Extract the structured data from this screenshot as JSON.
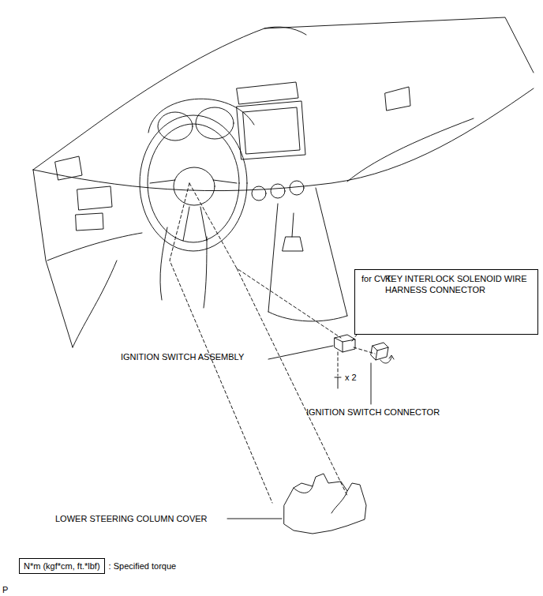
{
  "diagram": {
    "nodes": [
      {
        "text": [
          "for CVT:",
          "KEY INTERLOCK SOLENOID WIRE HARNESS CONNECTOR"
        ]
      },
      {
        "text": [
          "N*m (kgf*cm, ft.*lbf)"
        ]
      }
    ],
    "labels": [
      "IGNITION SWITCH ASSEMBLY",
      "x 2",
      "IGNITION SWITCH CONNECTOR",
      "LOWER STEERING COLUMN COVER",
      ": Specified torque",
      "P"
    ]
  }
}
